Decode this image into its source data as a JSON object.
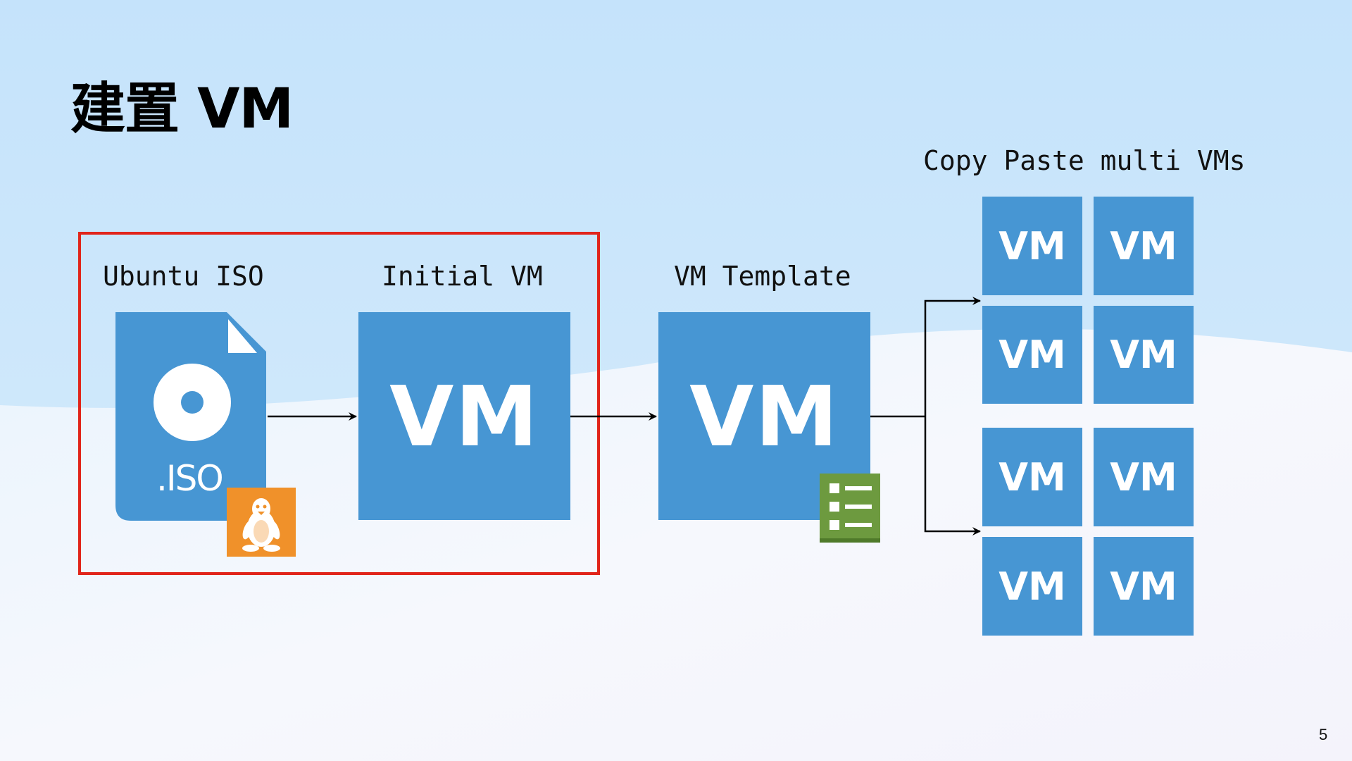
{
  "slide": {
    "title": "建置 VM",
    "page_number": "5"
  },
  "labels": {
    "ubuntu_iso": "Ubuntu ISO",
    "initial_vm": "Initial VM",
    "vm_template": "VM Template",
    "copy_paste": "Copy Paste multi VMs"
  },
  "iso_file": {
    "text": ".ISO"
  },
  "tiles": {
    "initial_vm": "VM",
    "vm_template": "VM",
    "copies": [
      "VM",
      "VM",
      "VM",
      "VM",
      "VM",
      "VM",
      "VM",
      "VM"
    ]
  },
  "icons": {
    "linux_badge": "linux-penguin-icon",
    "template_badge": "checklist-icon"
  },
  "colors": {
    "tile_blue": "#4796d3",
    "highlight_red": "#e1251b",
    "linux_orange": "#f0912a",
    "template_green": "#6d9a3f"
  }
}
